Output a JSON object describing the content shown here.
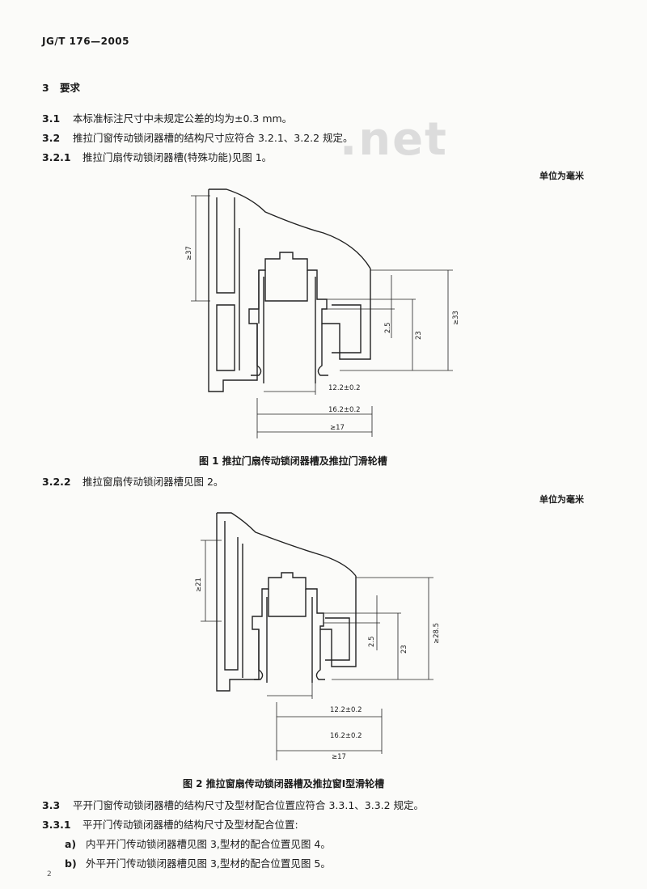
{
  "header": {
    "code": "JG/T 176—2005"
  },
  "watermark": ".net",
  "section": {
    "num": "3",
    "title": "要求"
  },
  "clauses": [
    {
      "num": "3.1",
      "text": "本标准标注尺寸中未规定公差的均为±0.3 mm。"
    },
    {
      "num": "3.2",
      "text": "推拉门窗传动锁闭器槽的结构尺寸应符合 3.2.1、3.2.2 规定。"
    },
    {
      "num": "3.2.1",
      "text": "推拉门扇传动锁闭器槽(特殊功能)见图 1。"
    },
    {
      "num": "3.2.2",
      "text": "推拉窗扇传动锁闭器槽见图 2。"
    },
    {
      "num": "3.3",
      "text": "平开门窗传动锁闭器槽的结构尺寸及型材配合位置应符合 3.3.1、3.3.2 规定。"
    },
    {
      "num": "3.3.1",
      "text": "平开门传动锁闭器槽的结构尺寸及型材配合位置:"
    }
  ],
  "items": [
    {
      "label": "a)",
      "text": "内平开门传动锁闭器槽见图 3,型材的配合位置见图 4。"
    },
    {
      "label": "b)",
      "text": "外平开门传动锁闭器槽见图 3,型材的配合位置见图 5。"
    }
  ],
  "unit_note": "单位为毫米",
  "figure1": {
    "caption": "图 1   推拉门扇传动锁闭器槽及推拉门滑轮槽",
    "dims": {
      "a": "≥37",
      "b": "≥33",
      "c": "23",
      "d": "2.5",
      "e": "12.2±0.2",
      "f": "16.2±0.2",
      "g": "≥17"
    }
  },
  "figure2": {
    "caption": "图 2   推拉窗扇传动锁闭器槽及推拉窗Ⅰ型滑轮槽",
    "dims": {
      "a": "≥21",
      "b": "≥28.5",
      "c": "23",
      "d": "2.5",
      "e": "12.2±0.2",
      "f": "16.2±0.2",
      "g": "≥17"
    }
  },
  "page_number": "2"
}
